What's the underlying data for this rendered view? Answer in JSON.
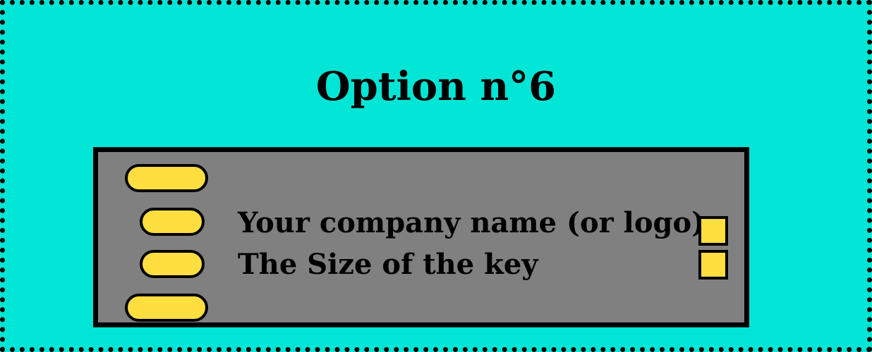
{
  "title": "Option n°6",
  "key": {
    "line1": "Your company name (or logo)",
    "line2": "The Size of the key"
  },
  "colors": {
    "background": "#00e5d5",
    "key_body": "#808080",
    "contacts": "#ffde40",
    "outline": "#000000"
  }
}
